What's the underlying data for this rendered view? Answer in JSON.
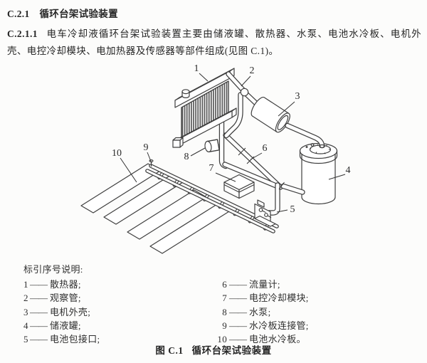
{
  "document": {
    "heading": {
      "number": "C.2.1",
      "title": "循环台架试验装置"
    },
    "clause": {
      "number": "C.2.1.1",
      "text": "电车冷却液循环台架试验装置主要由储液罐、散热器、水泵、电池水冷板、电机外壳、电控冷却模块、电加热器及传感器等部件组成(见图 C.1)。"
    },
    "legend": {
      "title": "标引序号说明:",
      "dash": "——",
      "left": [
        {
          "num": "1",
          "label": "散热器;"
        },
        {
          "num": "2",
          "label": "观察管;"
        },
        {
          "num": "3",
          "label": "电机外壳;"
        },
        {
          "num": "4",
          "label": "储液罐;"
        },
        {
          "num": "5",
          "label": "电池包接口;"
        }
      ],
      "right": [
        {
          "num": "6",
          "label": "流量计;"
        },
        {
          "num": "7",
          "label": "电控冷却模块;"
        },
        {
          "num": "8",
          "label": "水泵;"
        },
        {
          "num": "9",
          "label": "水冷板连接管;"
        },
        {
          "num": "10",
          "label": "电池水冷板。"
        }
      ]
    },
    "figure": {
      "caption_prefix": "图 C.1",
      "caption_title": "循环台架试验装置",
      "callouts": [
        {
          "id": "1"
        },
        {
          "id": "2"
        },
        {
          "id": "3"
        },
        {
          "id": "4"
        },
        {
          "id": "5"
        },
        {
          "id": "6"
        },
        {
          "id": "7"
        },
        {
          "id": "8"
        },
        {
          "id": "9"
        },
        {
          "id": "10"
        }
      ]
    },
    "colors": {
      "ink": "#262626",
      "line": "#3f3f3f",
      "background": "#fcfcfb"
    }
  }
}
